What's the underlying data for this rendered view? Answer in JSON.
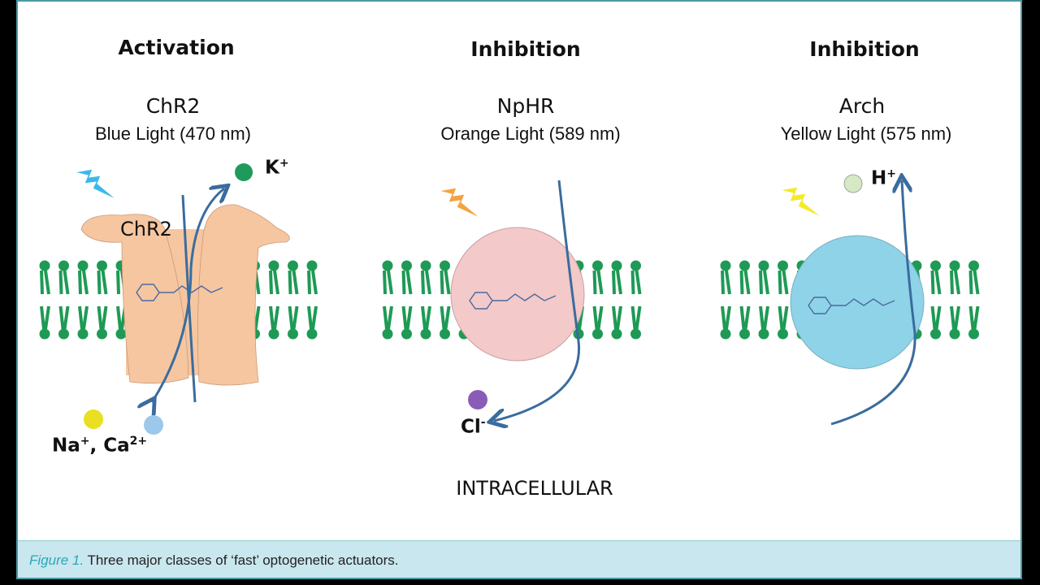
{
  "panels": [
    {
      "heading": "Activation",
      "name": "ChR2",
      "light": "Blue Light (470 nm)",
      "protein_label": "ChR2",
      "ions_out": "K",
      "ions_out_sup": "+",
      "ions_in": "Na",
      "ions_in_sup1": "+",
      "ions_in_mid": ", Ca",
      "ions_in_sup2": "2+"
    },
    {
      "heading": "Inhibition",
      "name": "NpHR",
      "light": "Orange Light (589 nm)",
      "ion": "Cl",
      "ion_sup": "-"
    },
    {
      "heading": "Inhibition",
      "name": "Arch",
      "light": "Yellow Light (575 nm)",
      "ion": "H",
      "ion_sup": "+"
    }
  ],
  "intracellular_label": "INTRACELLULAR",
  "caption": {
    "figure_label": "Figure 1.",
    "text": " Three major classes of ‘fast’ optogenetic actuators."
  },
  "colors": {
    "lipid": "#1e9a55",
    "chr2": "#f6c6a0",
    "nphr": "#f3c9c9",
    "arch": "#8fd3e8",
    "arrow": "#3a6c9e",
    "blue_bolt": "#3bb8ea",
    "orange_bolt": "#f4a340",
    "yellow_bolt": "#f2ea2a",
    "border": "#4b9aa3",
    "caption_bg": "#c9e7ee"
  }
}
